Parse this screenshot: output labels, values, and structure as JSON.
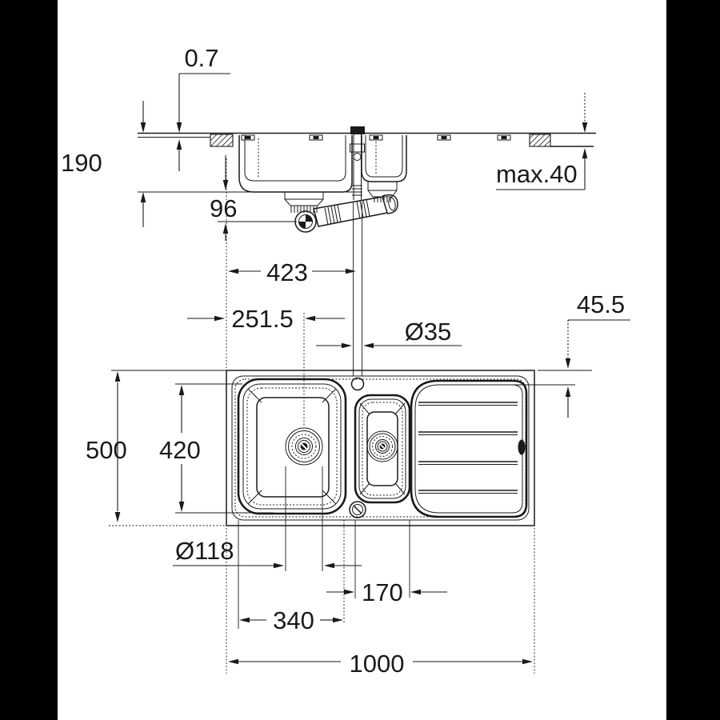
{
  "colors": {
    "canvas_bg": "#000000",
    "paper": "#ffffff",
    "ink": "#1a1a1a"
  },
  "drawing": {
    "kind": "kitchen sink installation dimension drawing (section view above, plan view below)",
    "side_view": {
      "rim_height_above_counter": "0.7",
      "bowl_depth": "190",
      "trap_offset_below_bowl": "96",
      "max_counter_thickness": "max.40"
    },
    "plan_view": {
      "tap_hole_from_left": "423",
      "main_drain_from_left": "251.5",
      "tap_hole_diameter": "Ø35",
      "tap_hole_from_front_edge": "45.5",
      "overall_depth": "500",
      "bowl_cutout_depth": "420",
      "drain_diameter": "Ø118",
      "tap_hole_to_drainer_edge": "170",
      "main_bowl_width": "340",
      "overall_width": "1000"
    }
  }
}
